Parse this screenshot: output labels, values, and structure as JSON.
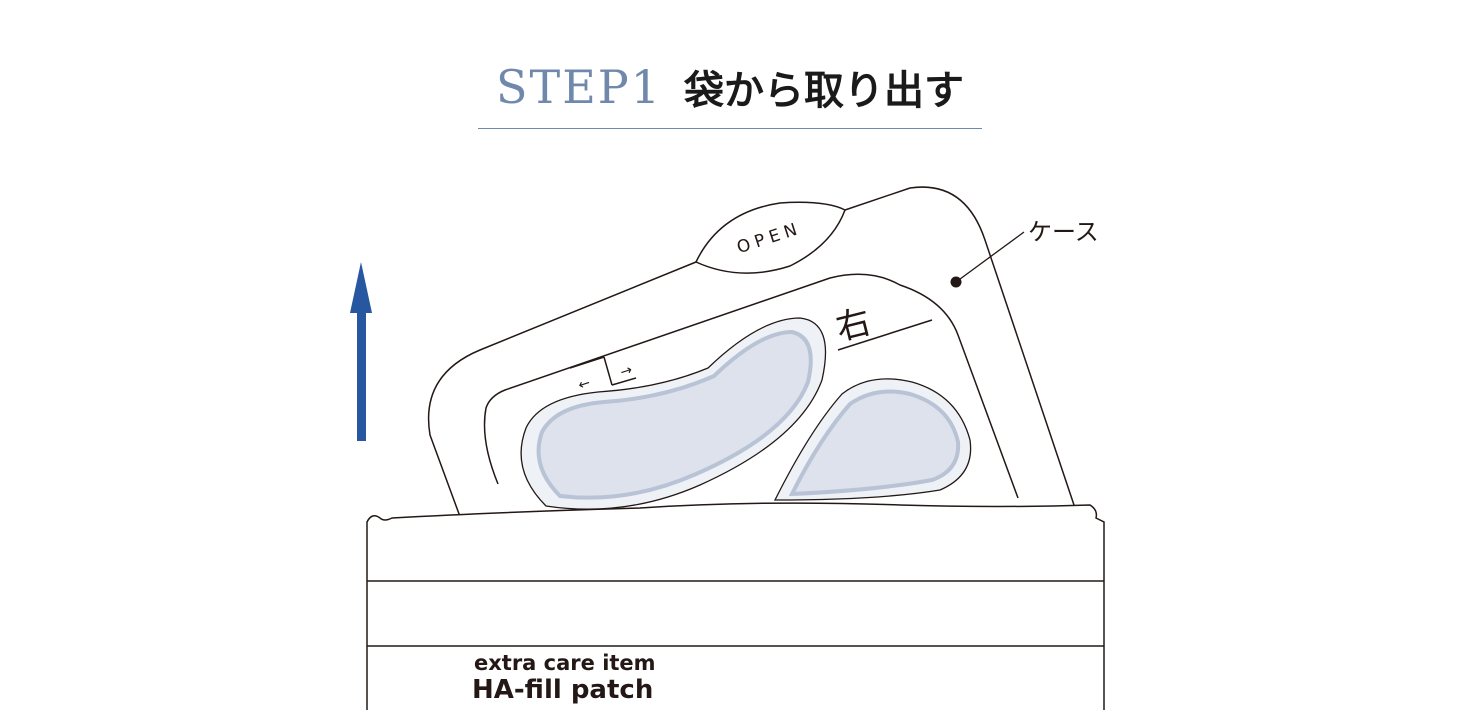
{
  "header": {
    "step_label": "STEP1",
    "step_title": "袋から取り出す"
  },
  "diagram": {
    "case_label": "ケース",
    "open_label": "OPEN",
    "side_label": "右",
    "arrow_left": "←",
    "arrow_right": "→",
    "product_line1": "extra care item",
    "product_line2": "HA-fill patch"
  },
  "colors": {
    "accent": "#6f88ab",
    "arrow": "#2657a0",
    "patch_fill": "#dde2ec",
    "patch_outline": "#b9c3d6",
    "line": "#231815"
  }
}
